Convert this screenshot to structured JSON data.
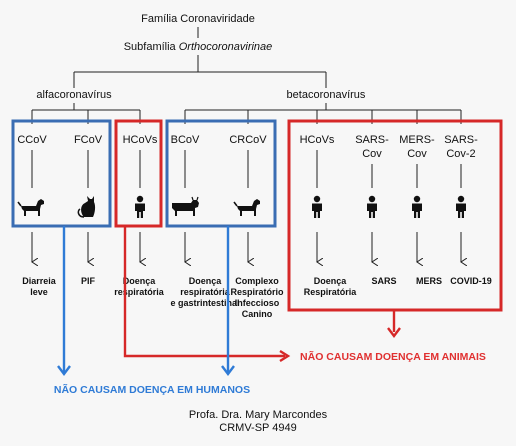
{
  "header": {
    "family": "Família Coronaviridade",
    "subfamily_prefix": "Subfamília ",
    "subfamily_name": "Orthocoronavirinae"
  },
  "genera": {
    "alpha": "alfacoronavírus",
    "beta": "betacoronavírus"
  },
  "viruses": [
    {
      "line1": "CCoV",
      "line2": "",
      "host": "dog",
      "outcome": [
        "Diarreia",
        "leve"
      ]
    },
    {
      "line1": "FCoV",
      "line2": "",
      "host": "cat",
      "outcome": [
        "PIF"
      ]
    },
    {
      "line1": "HCoVs",
      "line2": "",
      "host": "human",
      "outcome": [
        "Doença",
        "respiratória"
      ]
    },
    {
      "line1": "BCoV",
      "line2": "",
      "host": "cow",
      "outcome": [
        "Doença",
        "respiratória",
        "e gastrintestinal"
      ]
    },
    {
      "line1": "CRCoV",
      "line2": "",
      "host": "dog",
      "outcome": [
        "Complexo",
        "Respiratório",
        "Infeccioso",
        "Canino"
      ]
    },
    {
      "line1": "HCoVs",
      "line2": "",
      "host": "human",
      "outcome": [
        "Doença",
        "Respiratória"
      ]
    },
    {
      "line1": "SARS-",
      "line2": "Cov",
      "host": "human",
      "outcome": [
        "SARS"
      ]
    },
    {
      "line1": "MERS-",
      "line2": "Cov",
      "host": "human",
      "outcome": [
        "MERS"
      ]
    },
    {
      "line1": "SARS-",
      "line2": "Cov-2",
      "host": "human",
      "outcome": [
        "COVID-19"
      ]
    }
  ],
  "callouts": {
    "animals": "NÃO CAUSAM DOENÇA EM ANIMAIS",
    "humans": "NÃO CAUSAM DOENÇA EM HUMANOS"
  },
  "colors": {
    "blue": "#3a6db3",
    "blue_arrow": "#2f7bd6",
    "red": "#d62828"
  },
  "credit": {
    "name": "Profa. Dra. Mary Marcondes",
    "crmv": "CRMV-SP 4949"
  }
}
